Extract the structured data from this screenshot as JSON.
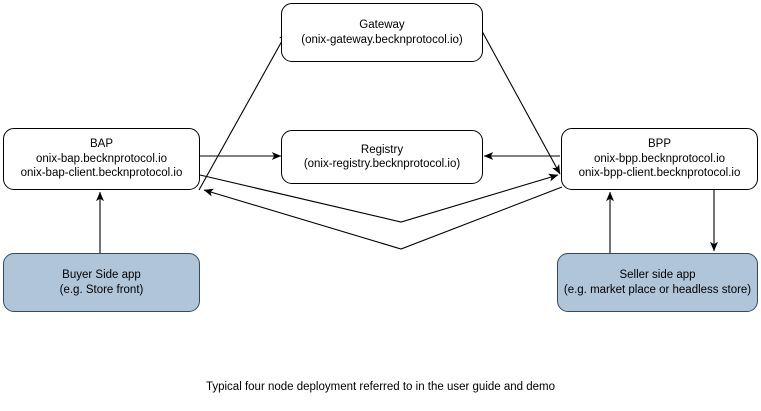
{
  "diagram": {
    "caption": "Typical four node deployment referred to in the user guide and demo",
    "colors": {
      "shaded_fill": "#b1c5d9",
      "shaded_border": "#2f4a66",
      "plain_fill": "#ffffff",
      "plain_border": "#000000",
      "edge_stroke": "#000000",
      "background": "#ffffff"
    },
    "nodes": {
      "gateway": {
        "title": "Gateway",
        "line2": "(onix-gateway.becknprotocol.io)"
      },
      "registry": {
        "title": "Registry",
        "line2": "(onix-registry.becknprotocol.io)"
      },
      "bap": {
        "title": "BAP",
        "line2": "onix-bap.becknprotocol.io",
        "line3": "onix-bap-client.becknprotocol.io"
      },
      "bpp": {
        "title": "BPP",
        "line2": "onix-bpp.becknprotocol.io",
        "line3": "onix-bpp-client.becknprotocol.io"
      },
      "buyer_app": {
        "title": "Buyer Side app",
        "line2": "(e.g. Store front)"
      },
      "seller_app": {
        "title": "Seller side app",
        "line2": "(e.g. market place or headless store)"
      }
    },
    "edges": [
      {
        "name": "bap-to-gateway",
        "from": "bap",
        "to": "gateway",
        "direction": "one-way"
      },
      {
        "name": "gateway-to-bpp",
        "from": "gateway",
        "to": "bpp",
        "direction": "one-way"
      },
      {
        "name": "bap-to-registry",
        "from": "bap",
        "to": "registry",
        "direction": "one-way"
      },
      {
        "name": "bpp-to-registry",
        "from": "bpp",
        "to": "registry",
        "direction": "one-way"
      },
      {
        "name": "bap-to-bpp",
        "from": "bap",
        "to": "bpp",
        "direction": "one-way"
      },
      {
        "name": "bpp-to-bap",
        "from": "bpp",
        "to": "bap",
        "direction": "one-way"
      },
      {
        "name": "buyer-app-to-bap",
        "from": "buyer_app",
        "to": "bap",
        "direction": "one-way"
      },
      {
        "name": "seller-app-to-bpp",
        "from": "seller_app",
        "to": "bpp",
        "direction": "one-way"
      },
      {
        "name": "bpp-to-seller-app",
        "from": "bpp",
        "to": "seller_app",
        "direction": "one-way"
      }
    ]
  }
}
